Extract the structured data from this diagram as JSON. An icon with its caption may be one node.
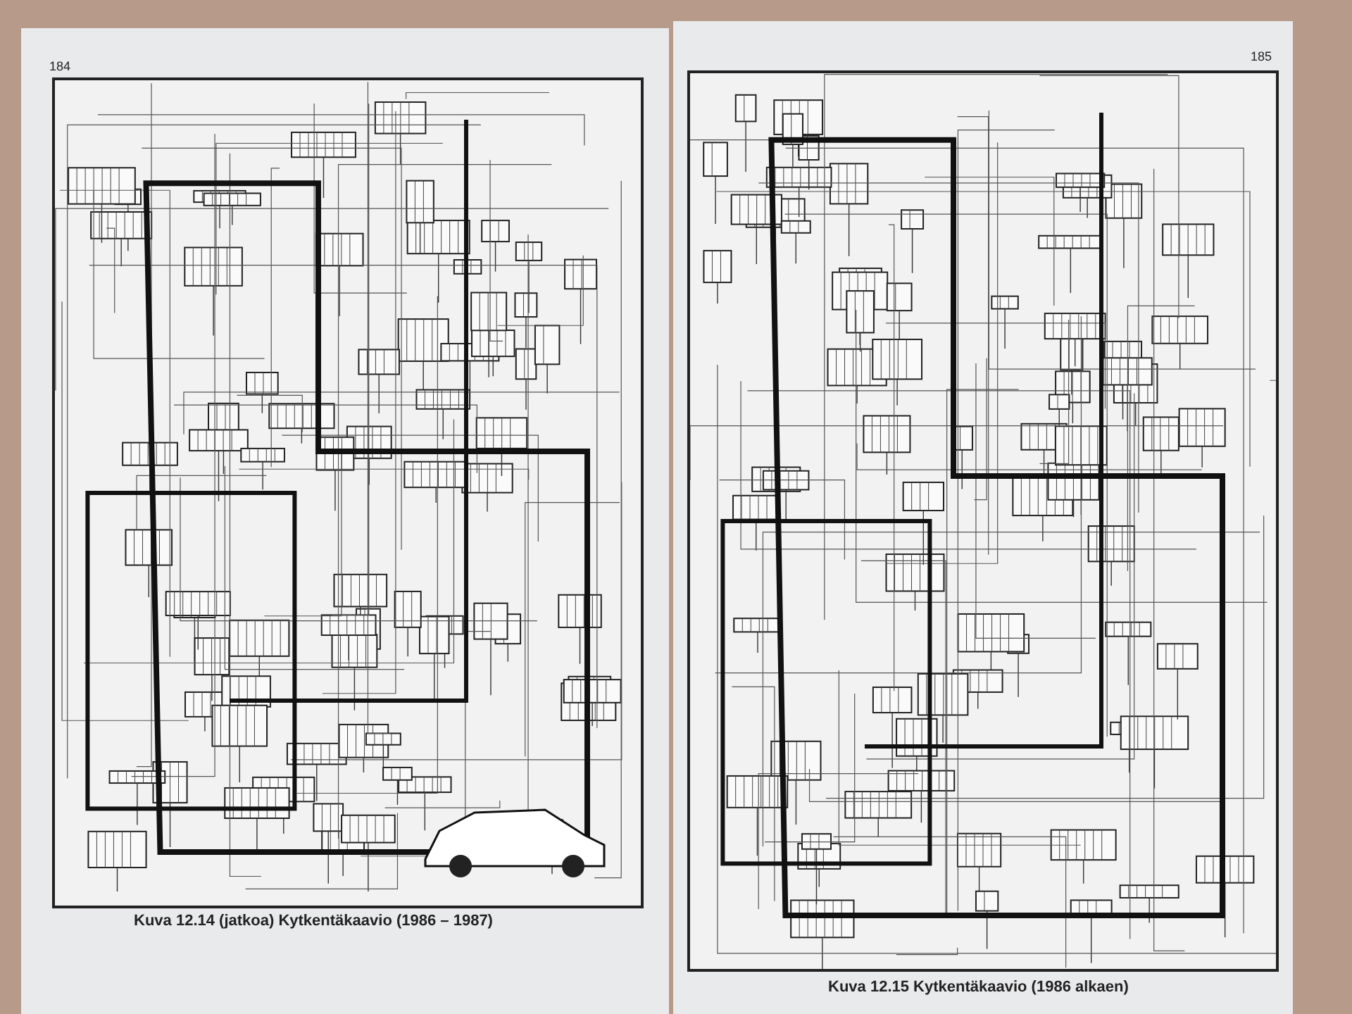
{
  "diagram": {
    "labels": [
      "184",
      "185",
      "Kuva 12.14 (jatkoa) Kytkentäkaavio (1986 – 1987)",
      "Kuva 12.15 Kytkentäkaavio (1986 alkaen)"
    ]
  }
}
